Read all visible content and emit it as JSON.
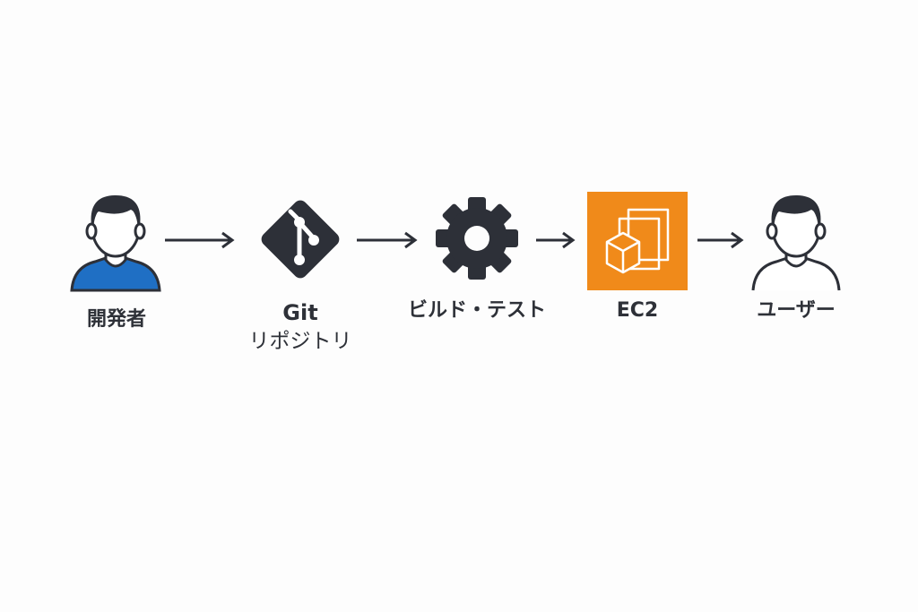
{
  "nodes": {
    "developer": {
      "label": "開発者"
    },
    "git": {
      "label_line1": "Git",
      "label_line2": "リポジトリ"
    },
    "build": {
      "label": "ビルド・テスト"
    },
    "ec2": {
      "label": "EC2"
    },
    "user": {
      "label": "ユーザー"
    }
  },
  "colors": {
    "ink": "#2d3038",
    "developer_shirt": "#1f6fc4",
    "ec2_orange": "#f08a1a",
    "background": "#fdfdfd"
  }
}
